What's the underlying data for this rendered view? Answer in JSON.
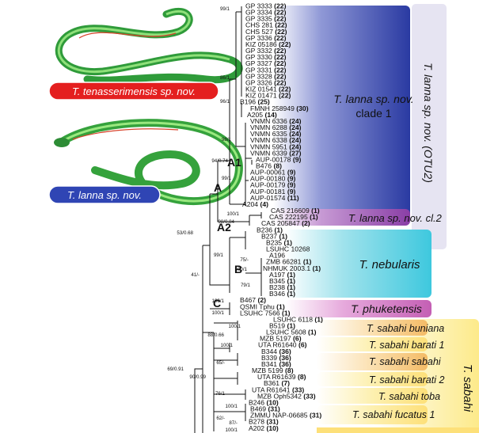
{
  "photos": {
    "top_label": "T. tenasserimensis sp. nov.",
    "bottom_label": "T. lanna sp. nov."
  },
  "clade_labels": {
    "lanna_clade1_a": "T. lanna sp. nov.",
    "lanna_clade1_b": "clade 1",
    "lanna_cl2": "T. lanna sp. nov. cl.2",
    "nebularis": "T. nebularis",
    "phuketensis": "T. phuketensis",
    "sabahi_buniana": "T. sabahi buniana",
    "sabahi_barati1": "T. sabahi barati 1",
    "sabahi_sabahi": "T. sabahi sabahi",
    "sabahi_barati2": "T. sabahi barati 2",
    "sabahi_toba": "T. sabahi toba",
    "sabahi_fucatus1": "T. sabahi fucatus 1",
    "side_lanna": "T. lanna sp. nov. (OTU2)",
    "side_sabahi": "T. sabahi"
  },
  "node_letters": {
    "A": "A",
    "A1": "A1",
    "A2": "A2",
    "B": "B",
    "C": "C"
  },
  "colors": {
    "lanna_clade1": "#2e3fa6",
    "lanna_cl2": "#8e3fa8",
    "nebularis": "#43cbe0",
    "phuketensis": "#c86ab8",
    "sabahi_bg": "#fde98a",
    "sabahi_band": "#f5c86a",
    "photo_red": "#e41f1f",
    "photo_blue": "#2f45b4"
  },
  "tips": [
    {
      "name": "GP 3333",
      "n": "(22)"
    },
    {
      "name": "GP 3334",
      "n": "(22)"
    },
    {
      "name": "GP 3335",
      "n": "(22)"
    },
    {
      "name": "CHS 281",
      "n": "(22)"
    },
    {
      "name": "CHS 527",
      "n": "(22)"
    },
    {
      "name": "GP 3336",
      "n": "(22)"
    },
    {
      "name": "KIZ 05186",
      "n": "(22)"
    },
    {
      "name": "GP 3332",
      "n": "(22)"
    },
    {
      "name": "GP 3330",
      "n": "(22)"
    },
    {
      "name": "GP 3327",
      "n": "(22)"
    },
    {
      "name": "GP 3331",
      "n": "(22)"
    },
    {
      "name": "GP 3328",
      "n": "(22)"
    },
    {
      "name": "GP 3326",
      "n": "(22)"
    },
    {
      "name": "KIZ 01541",
      "n": "(22)"
    },
    {
      "name": "KIZ 01471",
      "n": "(22)"
    },
    {
      "name": "B196",
      "n": "(25)"
    },
    {
      "name": "FMNH 258949",
      "n": "(30)"
    },
    {
      "name": "A205",
      "n": "(14)"
    },
    {
      "name": "VNMN 6336",
      "n": "(24)"
    },
    {
      "name": "VNMN 6288",
      "n": "(24)"
    },
    {
      "name": "VNMN 6335",
      "n": "(24)"
    },
    {
      "name": "VNMN 6338",
      "n": "(24)"
    },
    {
      "name": "VNMN 5951",
      "n": "(24)"
    },
    {
      "name": "VNMN 6339",
      "n": "(27)"
    },
    {
      "name": "AUP-00178",
      "n": "(9)"
    },
    {
      "name": "B476",
      "n": "(8)"
    },
    {
      "name": "AUP-00061",
      "n": "(9)"
    },
    {
      "name": "AUP-00180",
      "n": "(9)"
    },
    {
      "name": "AUP-00179",
      "n": "(9)"
    },
    {
      "name": "AUP-00181",
      "n": "(9)"
    },
    {
      "name": "AUP-01574",
      "n": "(11)"
    },
    {
      "name": "A204",
      "n": "(4)"
    },
    {
      "name": "CAS 216609",
      "n": "(1)"
    },
    {
      "name": "CAS 222195",
      "n": "(1)"
    },
    {
      "name": "CAS 205847",
      "n": "(2)"
    },
    {
      "name": "B236",
      "n": "(1)"
    },
    {
      "name": "B237",
      "n": "(1)"
    },
    {
      "name": "B235",
      "n": "(1)"
    },
    {
      "name": "LSUHC 10268",
      "n": ""
    },
    {
      "name": "A196",
      "n": ""
    },
    {
      "name": "ZMB 66281",
      "n": "(1)"
    },
    {
      "name": "NHMUK 2003.1",
      "n": "(1)"
    },
    {
      "name": "A197",
      "n": "(1)"
    },
    {
      "name": "B345",
      "n": "(1)"
    },
    {
      "name": "B238",
      "n": "(1)"
    },
    {
      "name": "B346",
      "n": "(1)"
    },
    {
      "name": "B467",
      "n": "(2)"
    },
    {
      "name": "QSMI Tphu",
      "n": "(1)"
    },
    {
      "name": "LSUHC 7566",
      "n": "(1)"
    },
    {
      "name": "LSUHC 6118",
      "n": "(1)"
    },
    {
      "name": "B519",
      "n": "(1)"
    },
    {
      "name": "LSUHC 5608",
      "n": "(1)"
    },
    {
      "name": "MZB 5197",
      "n": "(6)"
    },
    {
      "name": "UTA R61640",
      "n": "(6)"
    },
    {
      "name": "B344",
      "n": "(36)"
    },
    {
      "name": "B339",
      "n": "(36)"
    },
    {
      "name": "B341",
      "n": "(36)"
    },
    {
      "name": "MZB 5199",
      "n": "(8)"
    },
    {
      "name": "UTA R61639",
      "n": "(8)"
    },
    {
      "name": "B361",
      "n": "(7)"
    },
    {
      "name": "UTA R61641",
      "n": "(33)"
    },
    {
      "name": "MZB Oph5342",
      "n": "(33)"
    },
    {
      "name": "B246",
      "n": "(10)"
    },
    {
      "name": "B469",
      "n": "(31)"
    },
    {
      "name": "ZMMU NAP-06685",
      "n": "(31)"
    },
    {
      "name": "B278",
      "n": "(31)"
    },
    {
      "name": "A202",
      "n": "(10)"
    }
  ],
  "supports": [
    "99/1",
    "86/1",
    "96/1",
    "98/1",
    "94/0.74",
    "99/1",
    "100/1",
    "98/0.84",
    "A2",
    "53/0.68",
    "99/1",
    "75/-",
    "100/1",
    "79/1",
    "41/-",
    "100/1",
    "100/1",
    "100/1",
    "88/0.66",
    "100/1",
    "65/-",
    "90/0.99",
    "76/1",
    "69/0.91",
    "62/-",
    "100/1",
    "87/-",
    "100/1"
  ]
}
